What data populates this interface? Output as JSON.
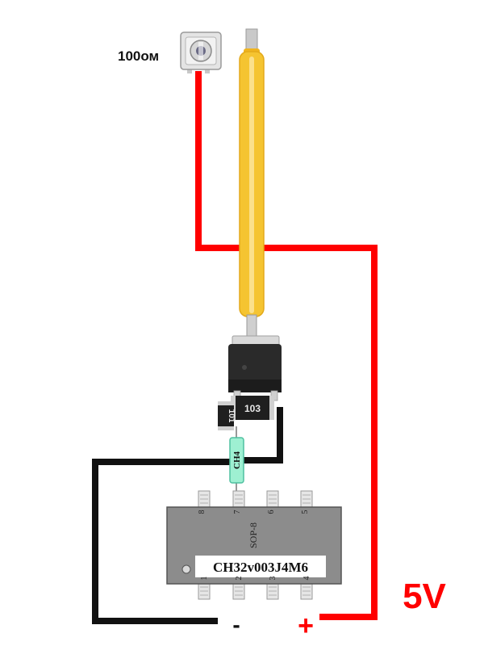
{
  "trimmer": {
    "label": "100ом"
  },
  "resistor_large": {
    "label": "103"
  },
  "resistor_small": {
    "label": "101"
  },
  "diode": {
    "label": "CH4"
  },
  "chip": {
    "package": "SOP-8",
    "part_number": "CH32v003J4M6",
    "top_pins": [
      "8",
      "7",
      "6",
      "5"
    ],
    "bottom_pins": [
      "1",
      "2",
      "3",
      "4"
    ]
  },
  "power": {
    "voltage": "5V",
    "minus": "-",
    "plus": "+"
  },
  "colors": {
    "positive_wire": "#ff0000",
    "negative_wire": "#111111",
    "led_strip": "#f5c431",
    "chip_body": "#8c8c8c",
    "diode_body": "#9ef0d2"
  }
}
